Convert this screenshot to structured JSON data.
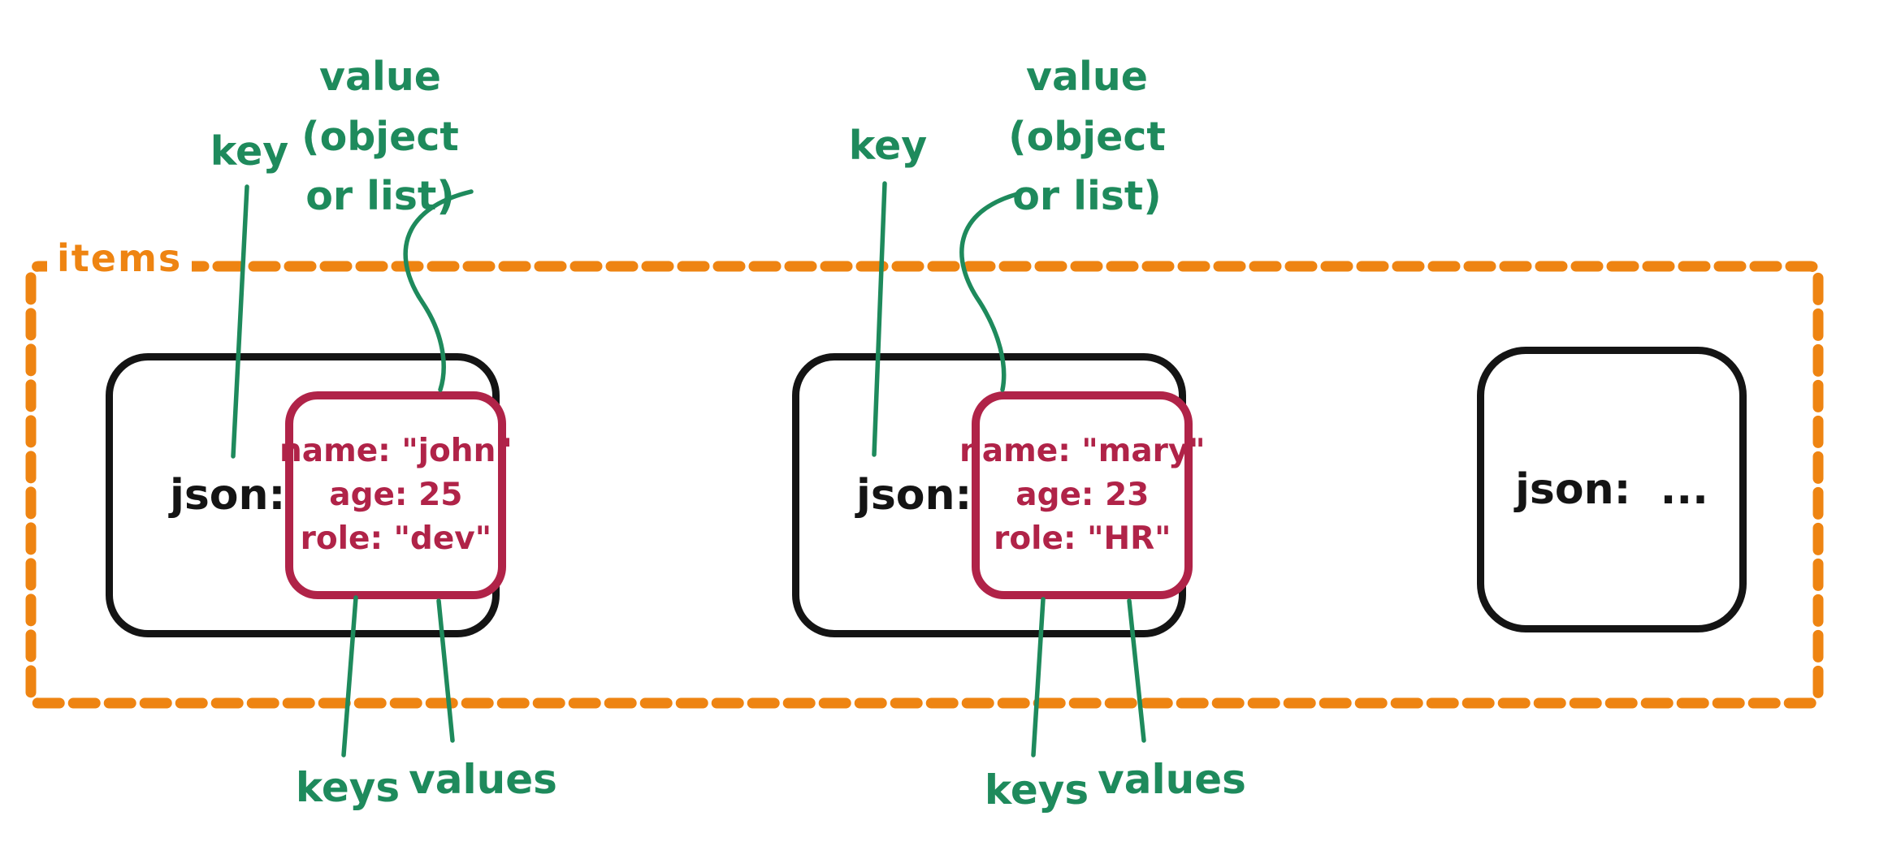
{
  "colors": {
    "green": "#1e8a5c",
    "orange": "#ee8412",
    "crimson": "#b02348",
    "ink": "#141414"
  },
  "items_label": "items",
  "annotations": {
    "set1": {
      "key": "key",
      "value_lines": [
        "value",
        "(object",
        "or list)"
      ],
      "keys": "keys",
      "values": "values"
    },
    "set2": {
      "key": "key",
      "value_lines": [
        "value",
        "(object",
        "or list)"
      ],
      "keys": "keys",
      "values": "values"
    }
  },
  "records": [
    {
      "key_label": "json:",
      "fields": [
        "name: \"john\"",
        "age: 25",
        "role: \"dev\""
      ]
    },
    {
      "key_label": "json:",
      "fields": [
        "name: \"mary\"",
        "age: 23",
        "role: \"HR\""
      ]
    },
    {
      "key_label": "json:  ...",
      "fields": []
    }
  ]
}
